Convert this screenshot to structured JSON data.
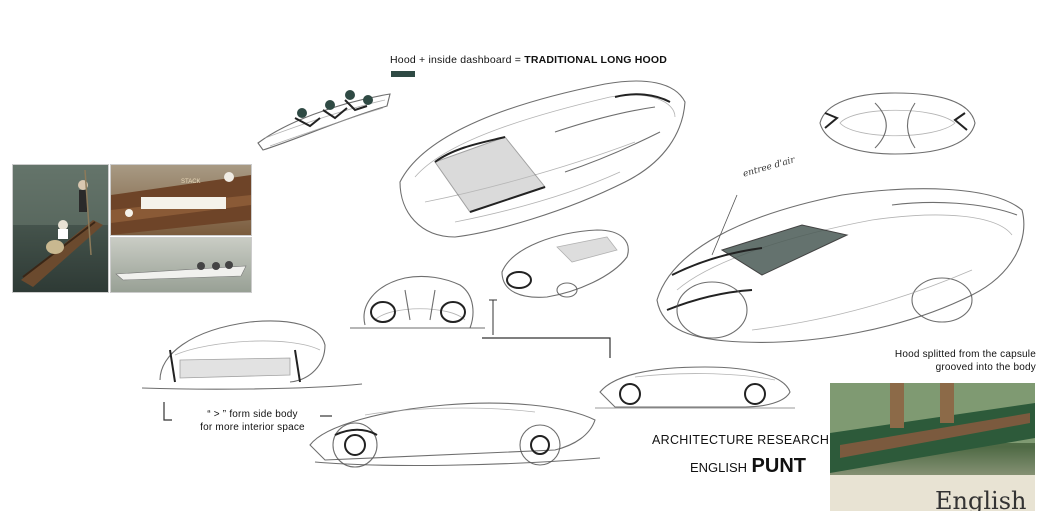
{
  "header": {
    "prefix": "Hood + inside dashboard = ",
    "emphasis": "TRADITIONAL LONG HOOD",
    "accent_color": "#2f4a44"
  },
  "annotations": {
    "side_body": "“ > ” form side body",
    "side_body_2": "for more interior space",
    "air_intake": "entree d'air",
    "hood_split": "Hood splitted from the capsule",
    "hood_split_2": "grooved into the body"
  },
  "footer": {
    "research": "ARCHITECTURE RESEARCH",
    "subject_prefix": "ENGLISH",
    "subject": "PUNT"
  },
  "photos": {
    "punt_pole": "punt-poling-photo",
    "punt_lounge": "punt-lounge-photo",
    "punt_modern": "modern-punt-photo",
    "punt_painting": "punt-painting",
    "painting_text": "English I"
  },
  "boat_label": "STACK"
}
